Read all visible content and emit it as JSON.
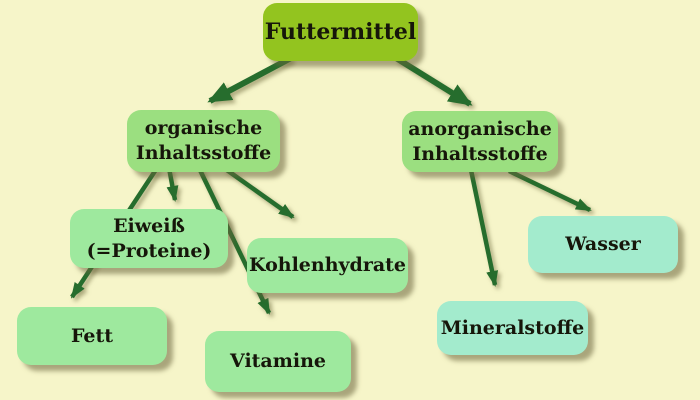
{
  "diagram": {
    "background_color": "#f6f5c9",
    "arrow_color": "#266d2d",
    "text_color": "#16160a",
    "nodes": {
      "futtermittel": {
        "label": "Futtermittel",
        "fill": "#93c41f"
      },
      "organische": {
        "label": "organische\nInhaltsstoffe",
        "fill": "#9bdf80"
      },
      "anorganische": {
        "label": "anorganische\nInhaltsstoffe",
        "fill": "#9bdf80"
      },
      "eiweiss": {
        "label": "Eiweiß\n(=Proteine)",
        "fill": "#9ee99e"
      },
      "kohlenhydrate": {
        "label": "Kohlenhydrate",
        "fill": "#9ee99e"
      },
      "fett": {
        "label": "Fett",
        "fill": "#9ee99e"
      },
      "vitamine": {
        "label": "Vitamine",
        "fill": "#9ee99e"
      },
      "wasser": {
        "label": "Wasser",
        "fill": "#a3ebcd"
      },
      "mineralstoffe": {
        "label": "Mineralstoffe",
        "fill": "#a3ebcd"
      }
    },
    "edges": [
      {
        "from": "Futtermittel",
        "to": "organische Inhaltsstoffe"
      },
      {
        "from": "Futtermittel",
        "to": "anorganische Inhaltsstoffe"
      },
      {
        "from": "organische Inhaltsstoffe",
        "to": "Fett"
      },
      {
        "from": "organische Inhaltsstoffe",
        "to": "Eiweiß (=Proteine)"
      },
      {
        "from": "organische Inhaltsstoffe",
        "to": "Vitamine"
      },
      {
        "from": "organische Inhaltsstoffe",
        "to": "Kohlenhydrate"
      },
      {
        "from": "anorganische Inhaltsstoffe",
        "to": "Mineralstoffe"
      },
      {
        "from": "anorganische Inhaltsstoffe",
        "to": "Wasser"
      }
    ]
  }
}
